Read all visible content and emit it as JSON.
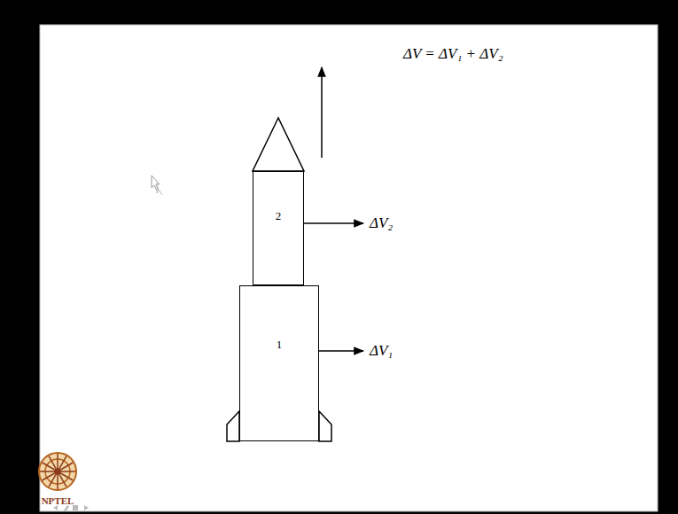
{
  "diagram": {
    "nodes": [
      {
        "text": [
          "2"
        ]
      },
      {
        "text": [
          "1"
        ]
      }
    ],
    "labels": [
      "ΔV = ΔV₁ + ΔV₂",
      "ΔV₂",
      "ΔV₁",
      "NPTEL"
    ]
  }
}
